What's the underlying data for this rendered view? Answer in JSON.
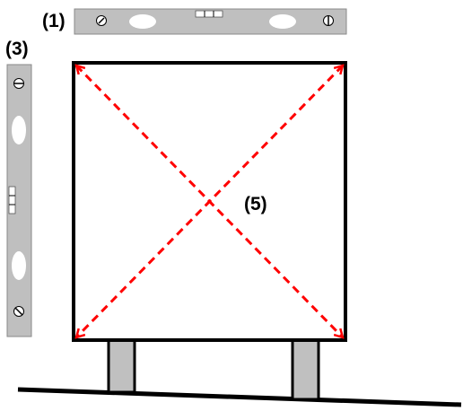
{
  "labels": {
    "level_horizontal": "(1)",
    "level_vertical": "(3)",
    "diagonals": "(5)"
  },
  "colors": {
    "level_body": "#bfbfbf",
    "frame": "#000000",
    "diagonal": "#ff0000",
    "post": "#c0c0c0",
    "ground": "#000000"
  },
  "icons": {
    "level_horizontal": "spirit-level-icon",
    "level_vertical": "spirit-level-icon",
    "diagonal_arrows": "double-headed-arrow-icon"
  }
}
